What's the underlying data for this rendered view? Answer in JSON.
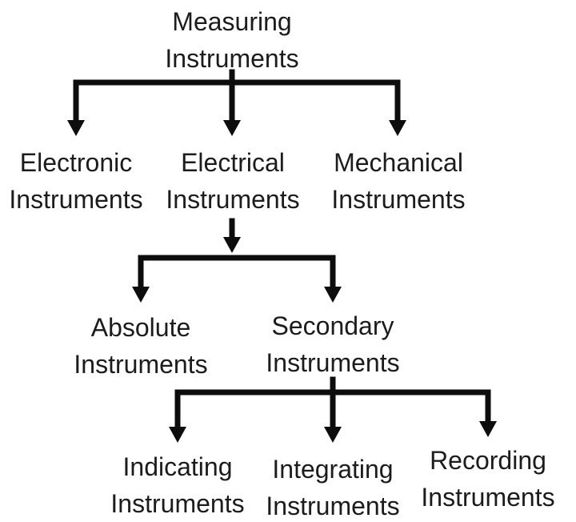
{
  "diagram": {
    "line_color": "#0d0d0d",
    "text_color": "#1c1c1c"
  },
  "nodes": {
    "measuring": {
      "line1": "Measuring",
      "line2": "Instruments"
    },
    "electronic": {
      "line1": "Electronic",
      "line2": "Instruments"
    },
    "electrical": {
      "line1": "Electrical",
      "line2": "Instruments"
    },
    "mechanical": {
      "line1": "Mechanical",
      "line2": "Instruments"
    },
    "absolute": {
      "line1": "Absolute",
      "line2": "Instruments"
    },
    "secondary": {
      "line1": "Secondary",
      "line2": "Instruments"
    },
    "indicating": {
      "line1": "Indicating",
      "line2": "Instruments"
    },
    "integrating": {
      "line1": "Integrating",
      "line2": "Instruments"
    },
    "recording": {
      "line1": "Recording",
      "line2": "Instruments"
    }
  }
}
